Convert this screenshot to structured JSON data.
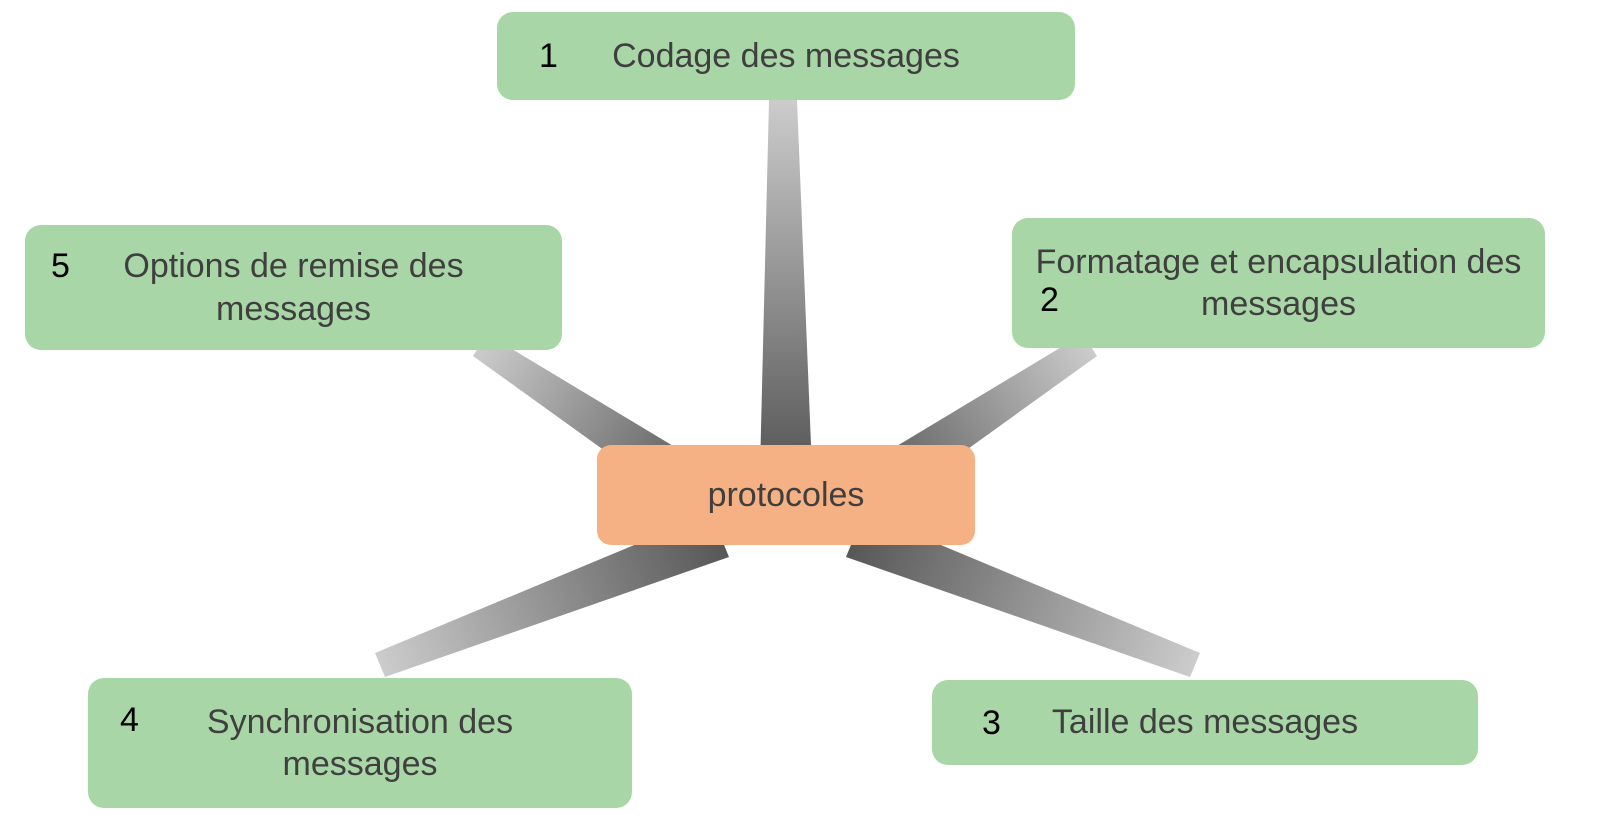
{
  "diagram": {
    "center": {
      "label": "protocoles"
    },
    "nodes": [
      {
        "number": "1",
        "label": "Codage des messages"
      },
      {
        "number": "2",
        "label": "Formatage et encapsulation des messages"
      },
      {
        "number": "3",
        "label": "Taille des messages"
      },
      {
        "number": "4",
        "label": "Synchronisation des messages"
      },
      {
        "number": "5",
        "label": "Options de remise des messages"
      }
    ],
    "colors": {
      "node_fill": "#a9d6a6",
      "center_fill": "#f5b183",
      "connector_dark": "#575757",
      "connector_light": "#cccccc",
      "text": "#3f3f3f"
    }
  }
}
